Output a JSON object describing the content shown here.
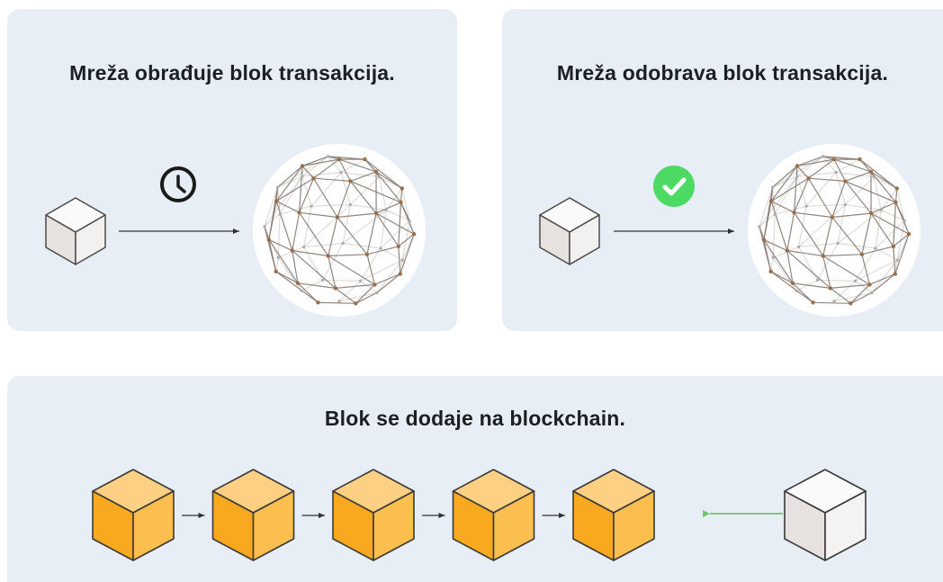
{
  "panels": {
    "process": {
      "title": "Mreža obrađuje blok transakcija.",
      "status_icon": "clock-icon"
    },
    "approve": {
      "title": "Mreža odobrava blok transakcija.",
      "status_icon": "check-circle-icon"
    },
    "add": {
      "title": "Blok se dodaje na blockchain."
    }
  },
  "chain": {
    "block_count": 5
  },
  "colors": {
    "panel_bg": "#e8eef5",
    "chain_block": "#f8a91f",
    "new_block_arrow": "#6cc56b",
    "approve_badge": "#4cd964"
  }
}
